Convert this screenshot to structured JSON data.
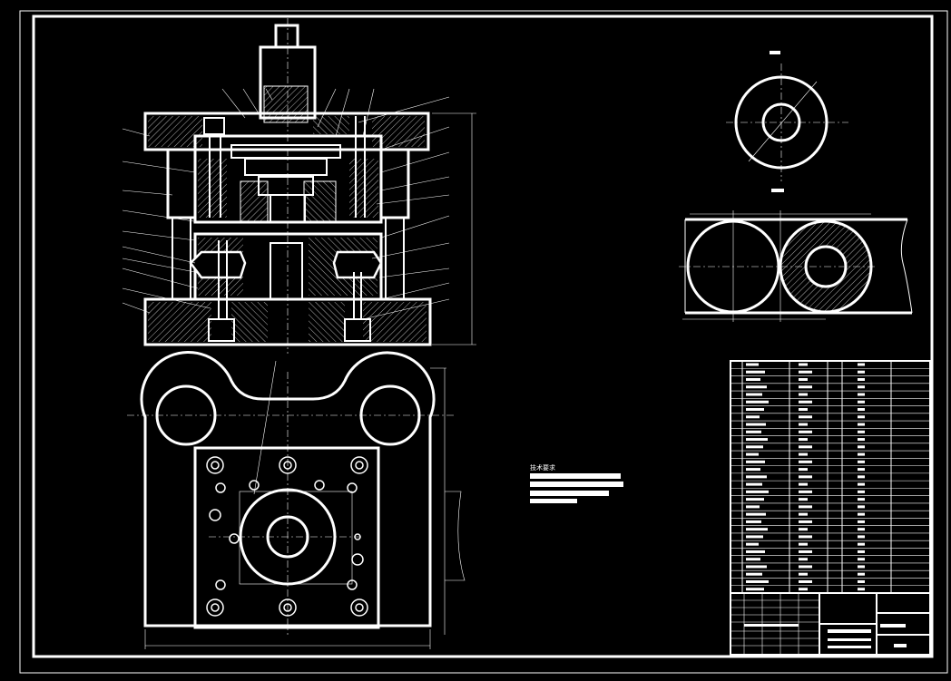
{
  "drawing": {
    "background": "#000000",
    "line_color": "#ffffff",
    "technical_requirements_title": "技术要求"
  },
  "views": [
    {
      "name": "section-view"
    },
    {
      "name": "plan-view"
    },
    {
      "name": "part-view"
    },
    {
      "name": "blank-strip-view"
    }
  ],
  "bom_table": {
    "rows": 31
  },
  "title_block": {}
}
